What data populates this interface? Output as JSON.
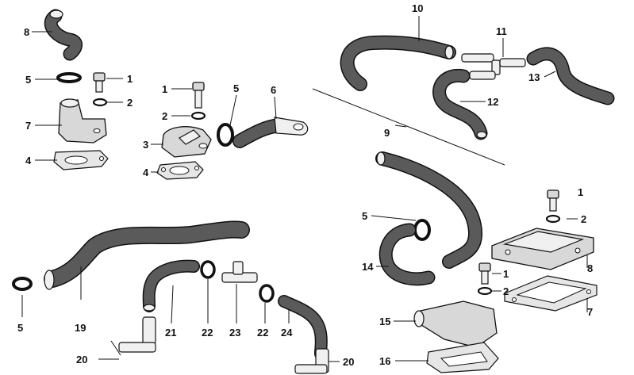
{
  "colors": {
    "ink": "#111111",
    "hose_fill": "#5a5a5a",
    "part_fill": "#d8d8d8",
    "background": "#ffffff"
  },
  "callouts": {
    "c1": "1",
    "c2": "2",
    "c3": "3",
    "c4": "4",
    "c5": "5",
    "c6": "6",
    "c7": "7",
    "c8": "8",
    "c9": "9",
    "c10": "10",
    "c11": "11",
    "c12": "12",
    "c13": "13",
    "c14": "14",
    "c15": "15",
    "c16": "16",
    "c19": "19",
    "c20": "20",
    "c21": "21",
    "c22": "22",
    "c23": "23",
    "c24": "24"
  }
}
